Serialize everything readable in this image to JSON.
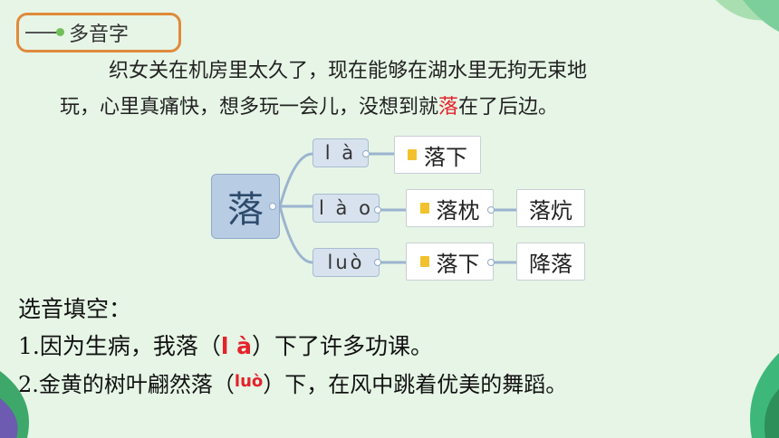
{
  "title": "多音字",
  "paragraph": {
    "line1": "织女关在机房里太久了，现在能够在湖水里无拘无束地",
    "line2_before": "玩，心里真痛快，想多玩一会儿，没想到就",
    "line2_highlight": "落",
    "line2_after": "在了后边。"
  },
  "mindmap": {
    "central": "落",
    "branches": [
      {
        "pinyin": "l à",
        "words": [
          "落下"
        ]
      },
      {
        "pinyin": "l à o",
        "words": [
          "落枕",
          "落炕"
        ]
      },
      {
        "pinyin": "luò",
        "words": [
          "落下",
          "降落"
        ]
      }
    ]
  },
  "exercise": {
    "heading": "选音填空：",
    "q1_before": "1.因为生病，我落（",
    "q1_answer": "l à",
    "q1_after": "）下了许多功课。",
    "q2_before": "2.金黄的树叶翩然落（",
    "q2_answer": "luò",
    "q2_after": "）下，在风中跳着优美的舞蹈。"
  },
  "colors": {
    "accent_red": "#e4222a",
    "frame_orange": "#e08a3a",
    "node_blue": "#b8cce4"
  }
}
